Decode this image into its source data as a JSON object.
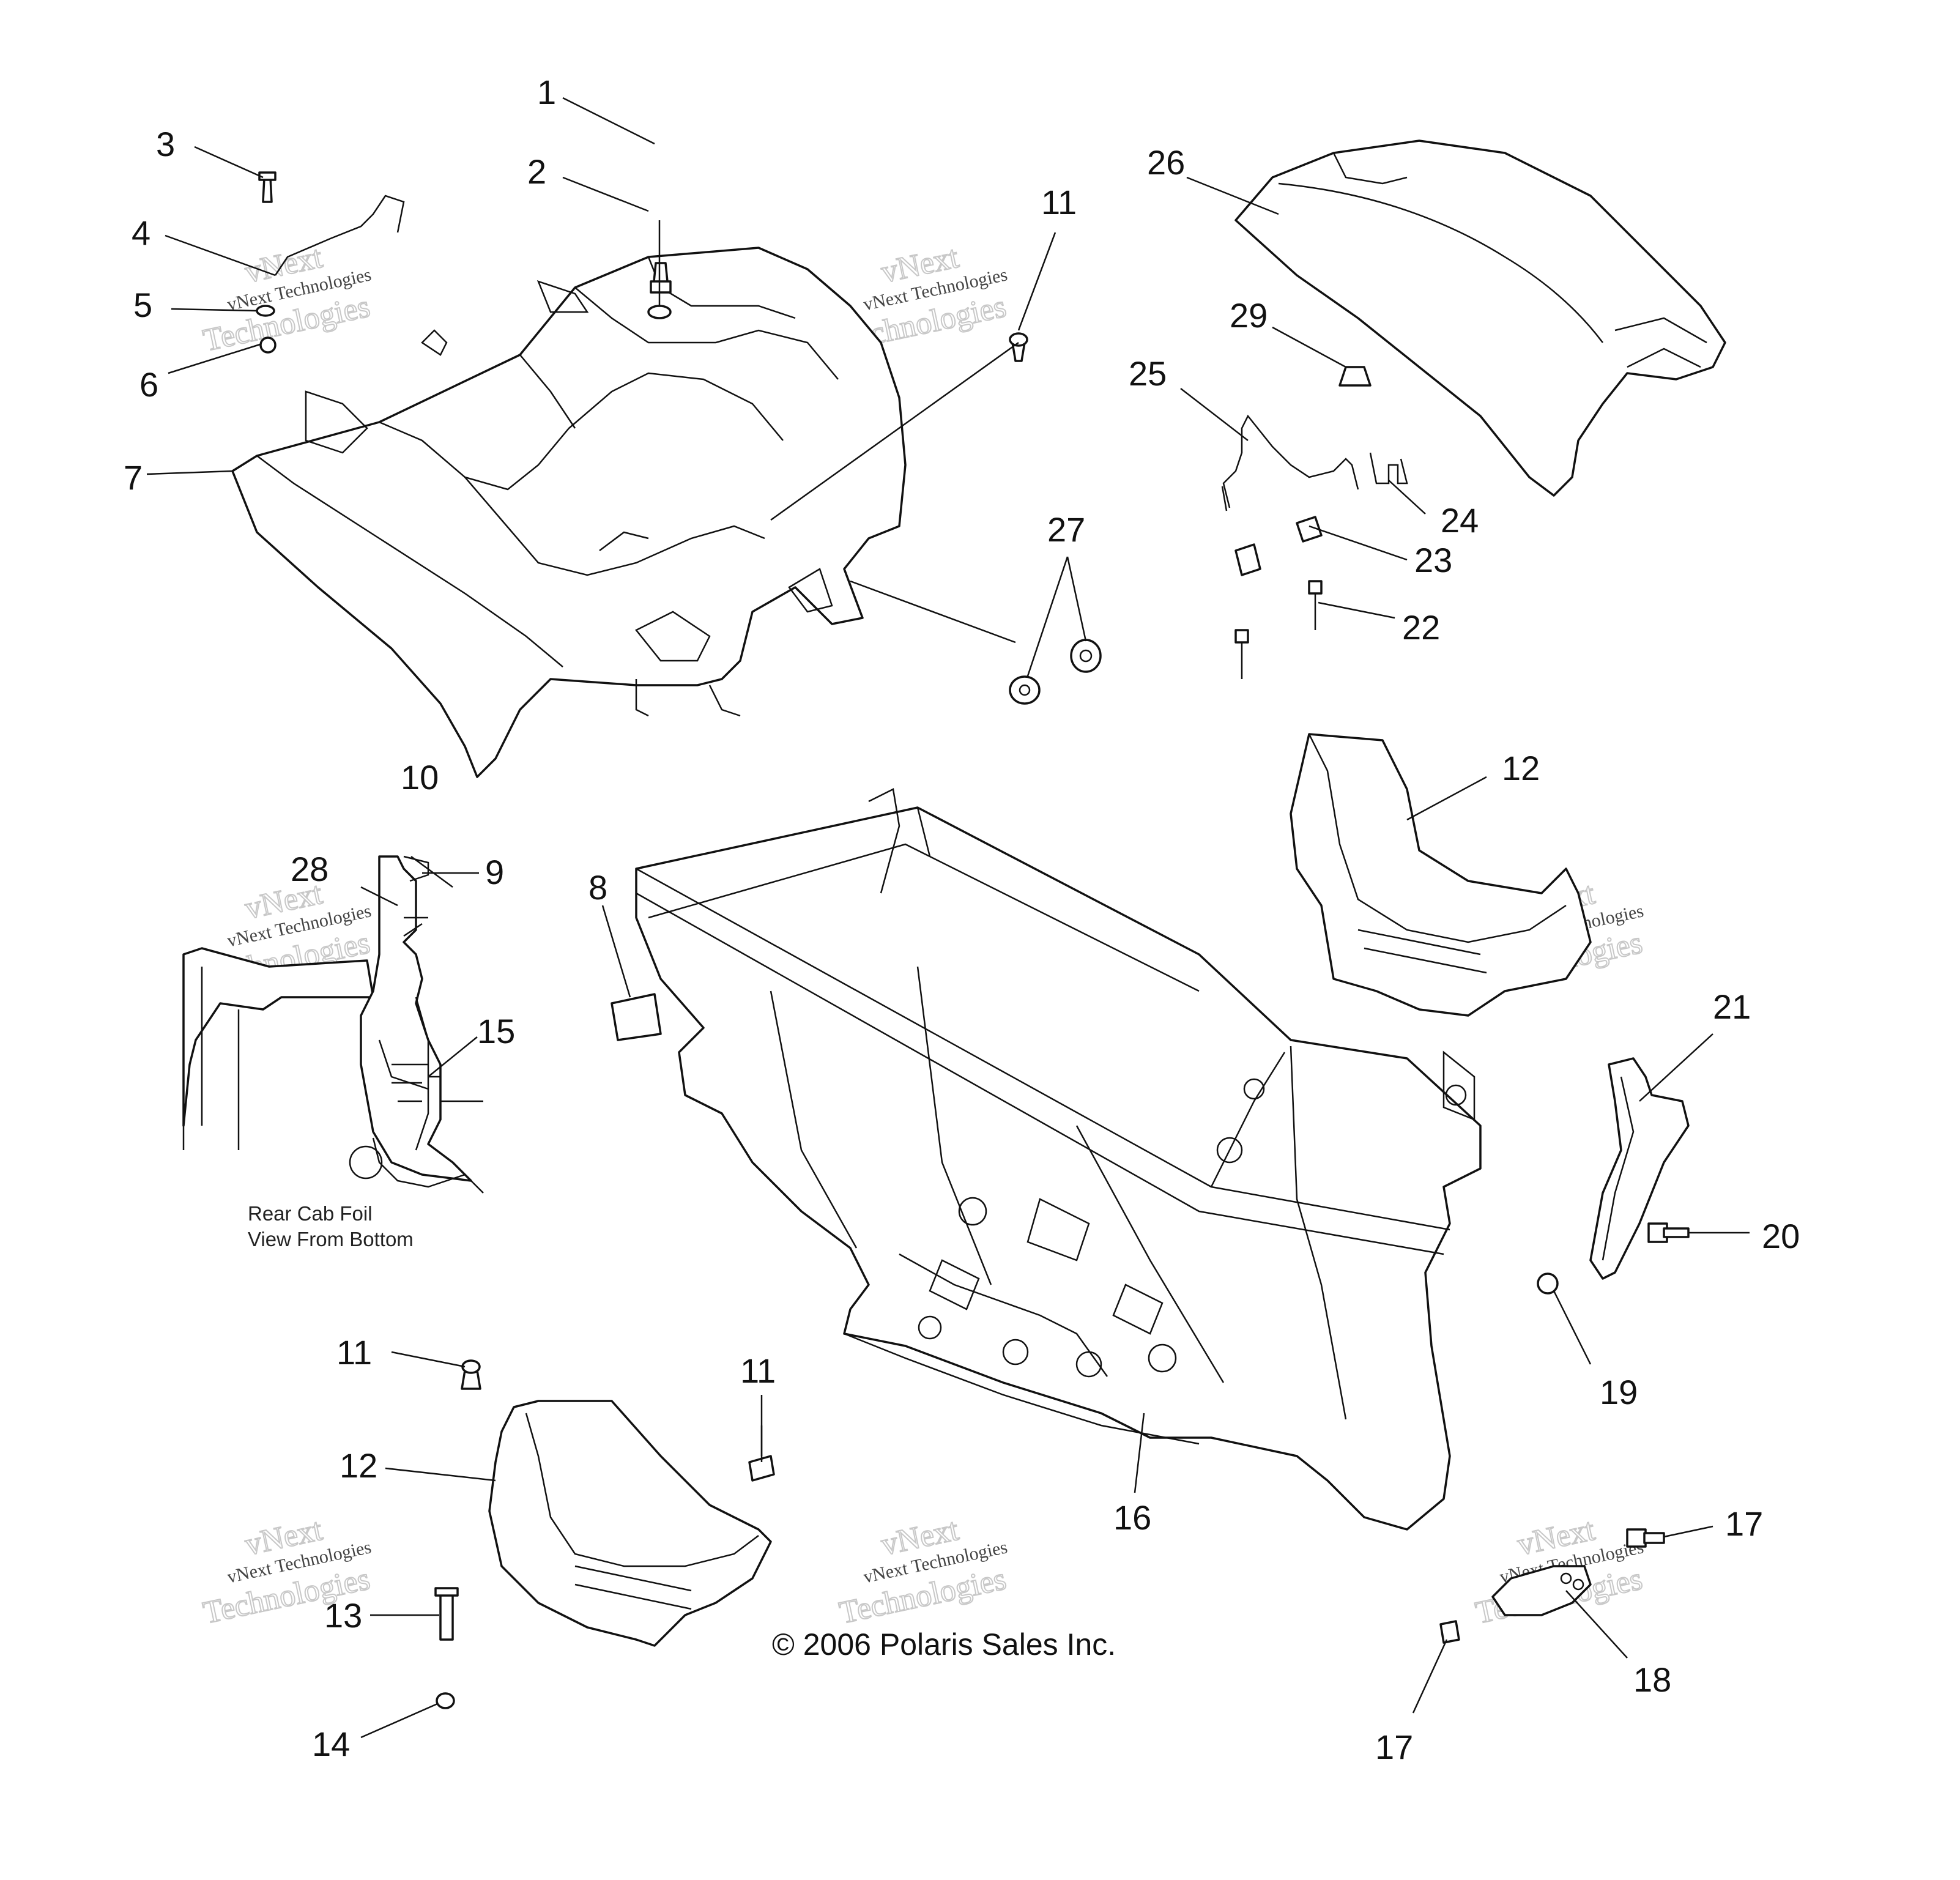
{
  "callouts": [
    {
      "id": "c1",
      "label": "1"
    },
    {
      "id": "c2",
      "label": "2"
    },
    {
      "id": "c3",
      "label": "3"
    },
    {
      "id": "c4",
      "label": "4"
    },
    {
      "id": "c5",
      "label": "5"
    },
    {
      "id": "c6",
      "label": "6"
    },
    {
      "id": "c7",
      "label": "7"
    },
    {
      "id": "c8",
      "label": "8"
    },
    {
      "id": "c9",
      "label": "9"
    },
    {
      "id": "c10",
      "label": "10"
    },
    {
      "id": "c11a",
      "label": "11"
    },
    {
      "id": "c11b",
      "label": "11"
    },
    {
      "id": "c11c",
      "label": "11"
    },
    {
      "id": "c12a",
      "label": "12"
    },
    {
      "id": "c12b",
      "label": "12"
    },
    {
      "id": "c13",
      "label": "13"
    },
    {
      "id": "c14",
      "label": "14"
    },
    {
      "id": "c15",
      "label": "15"
    },
    {
      "id": "c16",
      "label": "16"
    },
    {
      "id": "c17a",
      "label": "17"
    },
    {
      "id": "c17b",
      "label": "17"
    },
    {
      "id": "c18",
      "label": "18"
    },
    {
      "id": "c19",
      "label": "19"
    },
    {
      "id": "c20",
      "label": "20"
    },
    {
      "id": "c21",
      "label": "21"
    },
    {
      "id": "c22",
      "label": "22"
    },
    {
      "id": "c23",
      "label": "23"
    },
    {
      "id": "c24",
      "label": "24"
    },
    {
      "id": "c25",
      "label": "25"
    },
    {
      "id": "c26",
      "label": "26"
    },
    {
      "id": "c27",
      "label": "27"
    },
    {
      "id": "c28",
      "label": "28"
    },
    {
      "id": "c29",
      "label": "29"
    }
  ],
  "inset_caption": {
    "line1": "Rear Cab Foil",
    "line2": "View From Bottom"
  },
  "copyright": "© 2006 Polaris Sales Inc.",
  "watermark": {
    "line1": "vNext Technologies",
    "line2": "vNext",
    "line3": "Technologies"
  }
}
